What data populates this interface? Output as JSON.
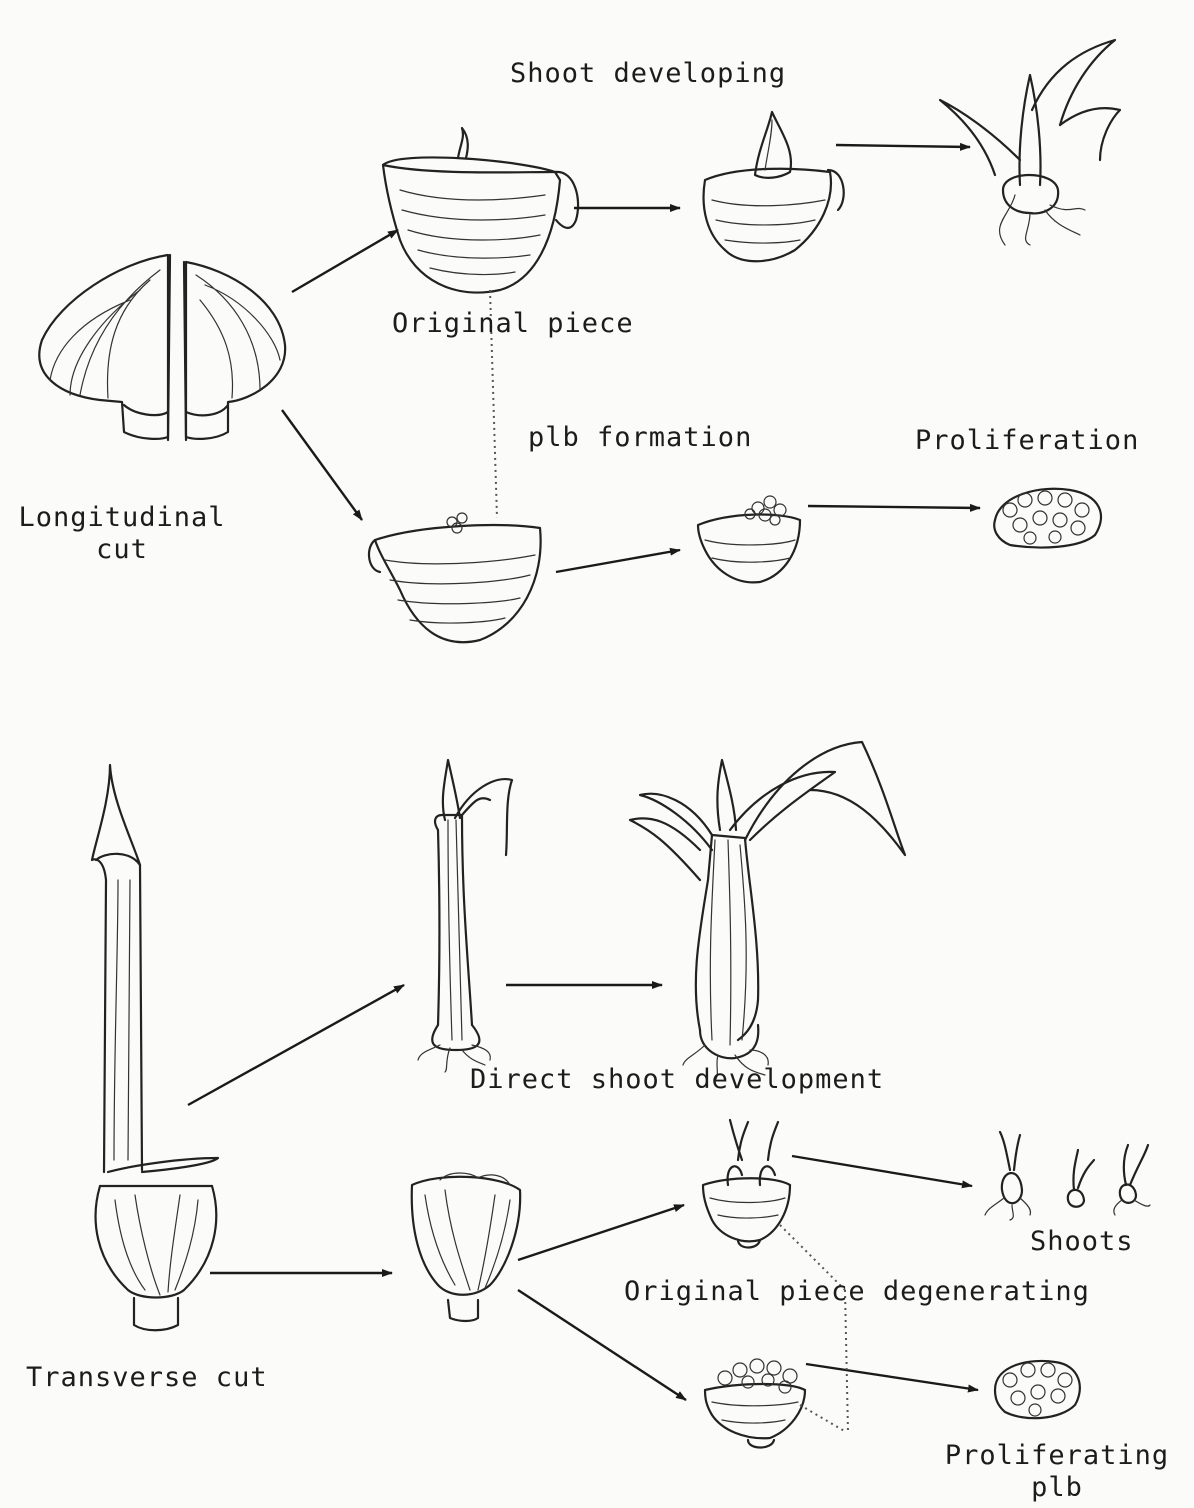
{
  "labels": {
    "shoot_developing": "Shoot developing",
    "original_piece": "Original piece",
    "longitudinal_cut_line1": "Longitudinal",
    "longitudinal_cut_line2": "cut",
    "plb_formation": "plb formation",
    "proliferation": "Proliferation",
    "direct_shoot_development": "Direct shoot development",
    "shoots": "Shoots",
    "original_piece_degenerating": "Original piece degenerating",
    "transverse_cut": "Transverse cut",
    "proliferating_plb_line1": "Proliferating",
    "proliferating_plb_line2": "plb"
  }
}
